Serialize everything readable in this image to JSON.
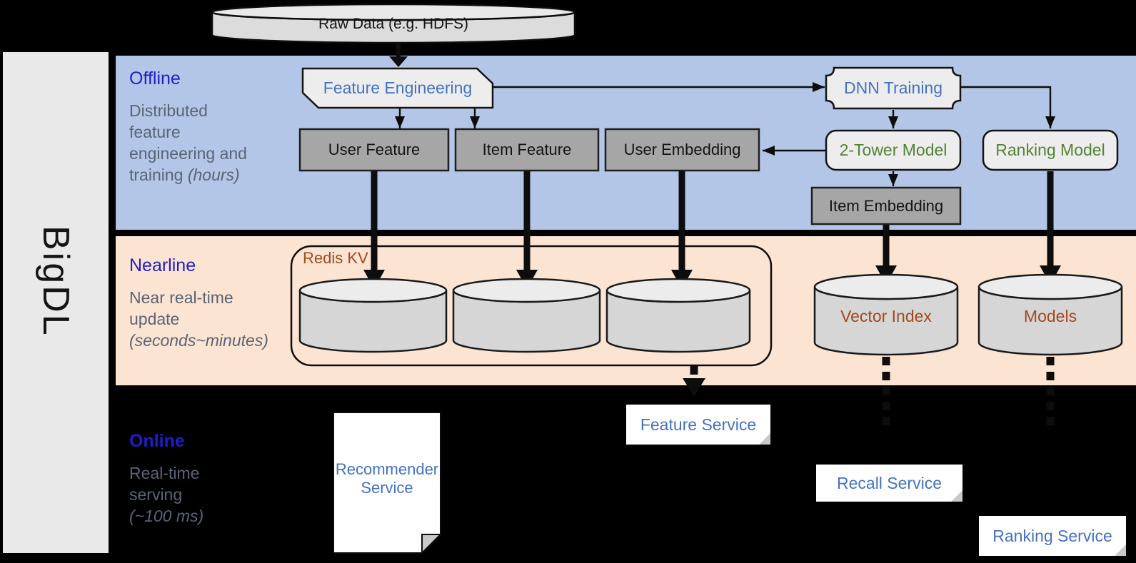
{
  "sidebar": {
    "brand": "BigDL"
  },
  "sections": {
    "offline": {
      "title": "Offline",
      "desc": "Distributed feature engineering and training",
      "desc_note": "(hours)"
    },
    "nearline": {
      "title": "Nearline",
      "desc": "Near real-time update",
      "desc_note": "(seconds~minutes)"
    },
    "online": {
      "title": "Online",
      "desc": "Real-time serving",
      "desc_note": "(~100 ms)"
    }
  },
  "nodes": {
    "raw_data": "Raw Data (e.g. HDFS)",
    "feature_engineering": "Feature Engineering",
    "dnn_training": "DNN Training",
    "user_feature": "User Feature",
    "item_feature": "Item Feature",
    "user_embedding": "User Embedding",
    "two_tower_model": "2-Tower Model",
    "ranking_model": "Ranking Model",
    "item_embedding": "Item Embedding",
    "redis_kv": "Redis KV",
    "vector_index": "Vector Index",
    "models": "Models",
    "recommender_service": "Recommender Service",
    "feature_service": "Feature Service",
    "recall_service": "Recall Service",
    "ranking_service": "Ranking Service"
  },
  "colors": {
    "offline_band": "#b3c6e7",
    "nearline_band": "#fce4d3",
    "online_bg": "#000000",
    "section_title_blue": "#1e1ecb",
    "section_desc_gray": "#5a6475",
    "node_label_blue": "#4472c4",
    "model_label_green": "#548235",
    "storage_label_brown": "#a04a1e",
    "gray_box_fill": "#a6a6a6",
    "light_shape_fill": "#ededed",
    "cylinder_fill": "#d6d6d6"
  }
}
